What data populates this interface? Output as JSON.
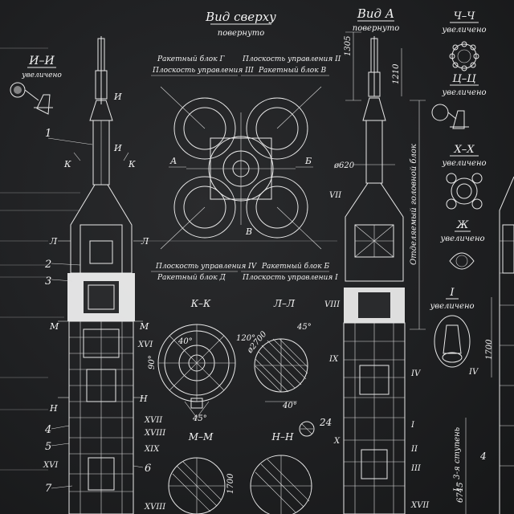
{
  "top_view": {
    "title": "Вид сверху",
    "subtitle": "повернуто"
  },
  "view_a": {
    "title": "Вид А",
    "subtitle": "повернуто"
  },
  "section_ch": {
    "title": "Ч–Ч",
    "subtitle": "увеличено"
  },
  "section_ts": {
    "title": "Ц–Ц",
    "subtitle": "увеличено"
  },
  "section_kh": {
    "title": "Х–Х",
    "subtitle": "увеличено"
  },
  "section_i": {
    "title": "И–И",
    "subtitle": "увеличено"
  },
  "section_zh": {
    "title": "Ж",
    "subtitle": "увеличено"
  },
  "section_I": {
    "title": "I",
    "subtitle": "увеличено"
  },
  "top_labels": {
    "block_g": "Ракетный блок Г",
    "plane_ii": "Плоскость управления II",
    "plane_iii": "Плоскость управления III",
    "block_v": "Ракетный блок В",
    "plane_iv": "Плоскость управления IV",
    "block_b": "Ракетный блок Б",
    "block_d": "Ракетный блок Д",
    "plane_i": "Плоскость управления I",
    "letter_a": "А",
    "letter_b": "Б",
    "letter_v": "В"
  },
  "sections": {
    "kk": "К–К",
    "ll": "Л–Л",
    "mm": "М–М",
    "nn": "Н–Н"
  },
  "dims": {
    "d1305": "1305",
    "d1210": "1210",
    "d620": "ø620",
    "d2700": "ø2700",
    "d1700": "1700",
    "d1700b": "1700",
    "d6745": "6745",
    "a40": "40°",
    "a45": "45°",
    "a120": "120°",
    "a90": "90°",
    "a40b": "40°",
    "a45b": "45°",
    "n24": "24"
  },
  "vertical_notes": {
    "head_block": "Отделяемый головной блок",
    "stage": "I – 3-я ступень"
  },
  "left_callouts": [
    "1",
    "2",
    "3",
    "4",
    "5",
    "6",
    "7"
  ],
  "left_letters": {
    "k": "К",
    "l": "Л",
    "m": "М",
    "n": "Н",
    "i": "И",
    "xvi": "XVI",
    "xvii": "XVII",
    "xviii": "XVIII",
    "xix": "XIX",
    "xvi2": "XVI",
    "xviii2": "XVIII"
  },
  "mid_letters": {
    "vii": "VII",
    "viii": "VIII",
    "ix": "IX",
    "x": "X",
    "iv": "IV",
    "i": "I",
    "ii": "II",
    "iii": "III",
    "xvii": "XVII",
    "iv2": "IV",
    "n4": "4"
  }
}
